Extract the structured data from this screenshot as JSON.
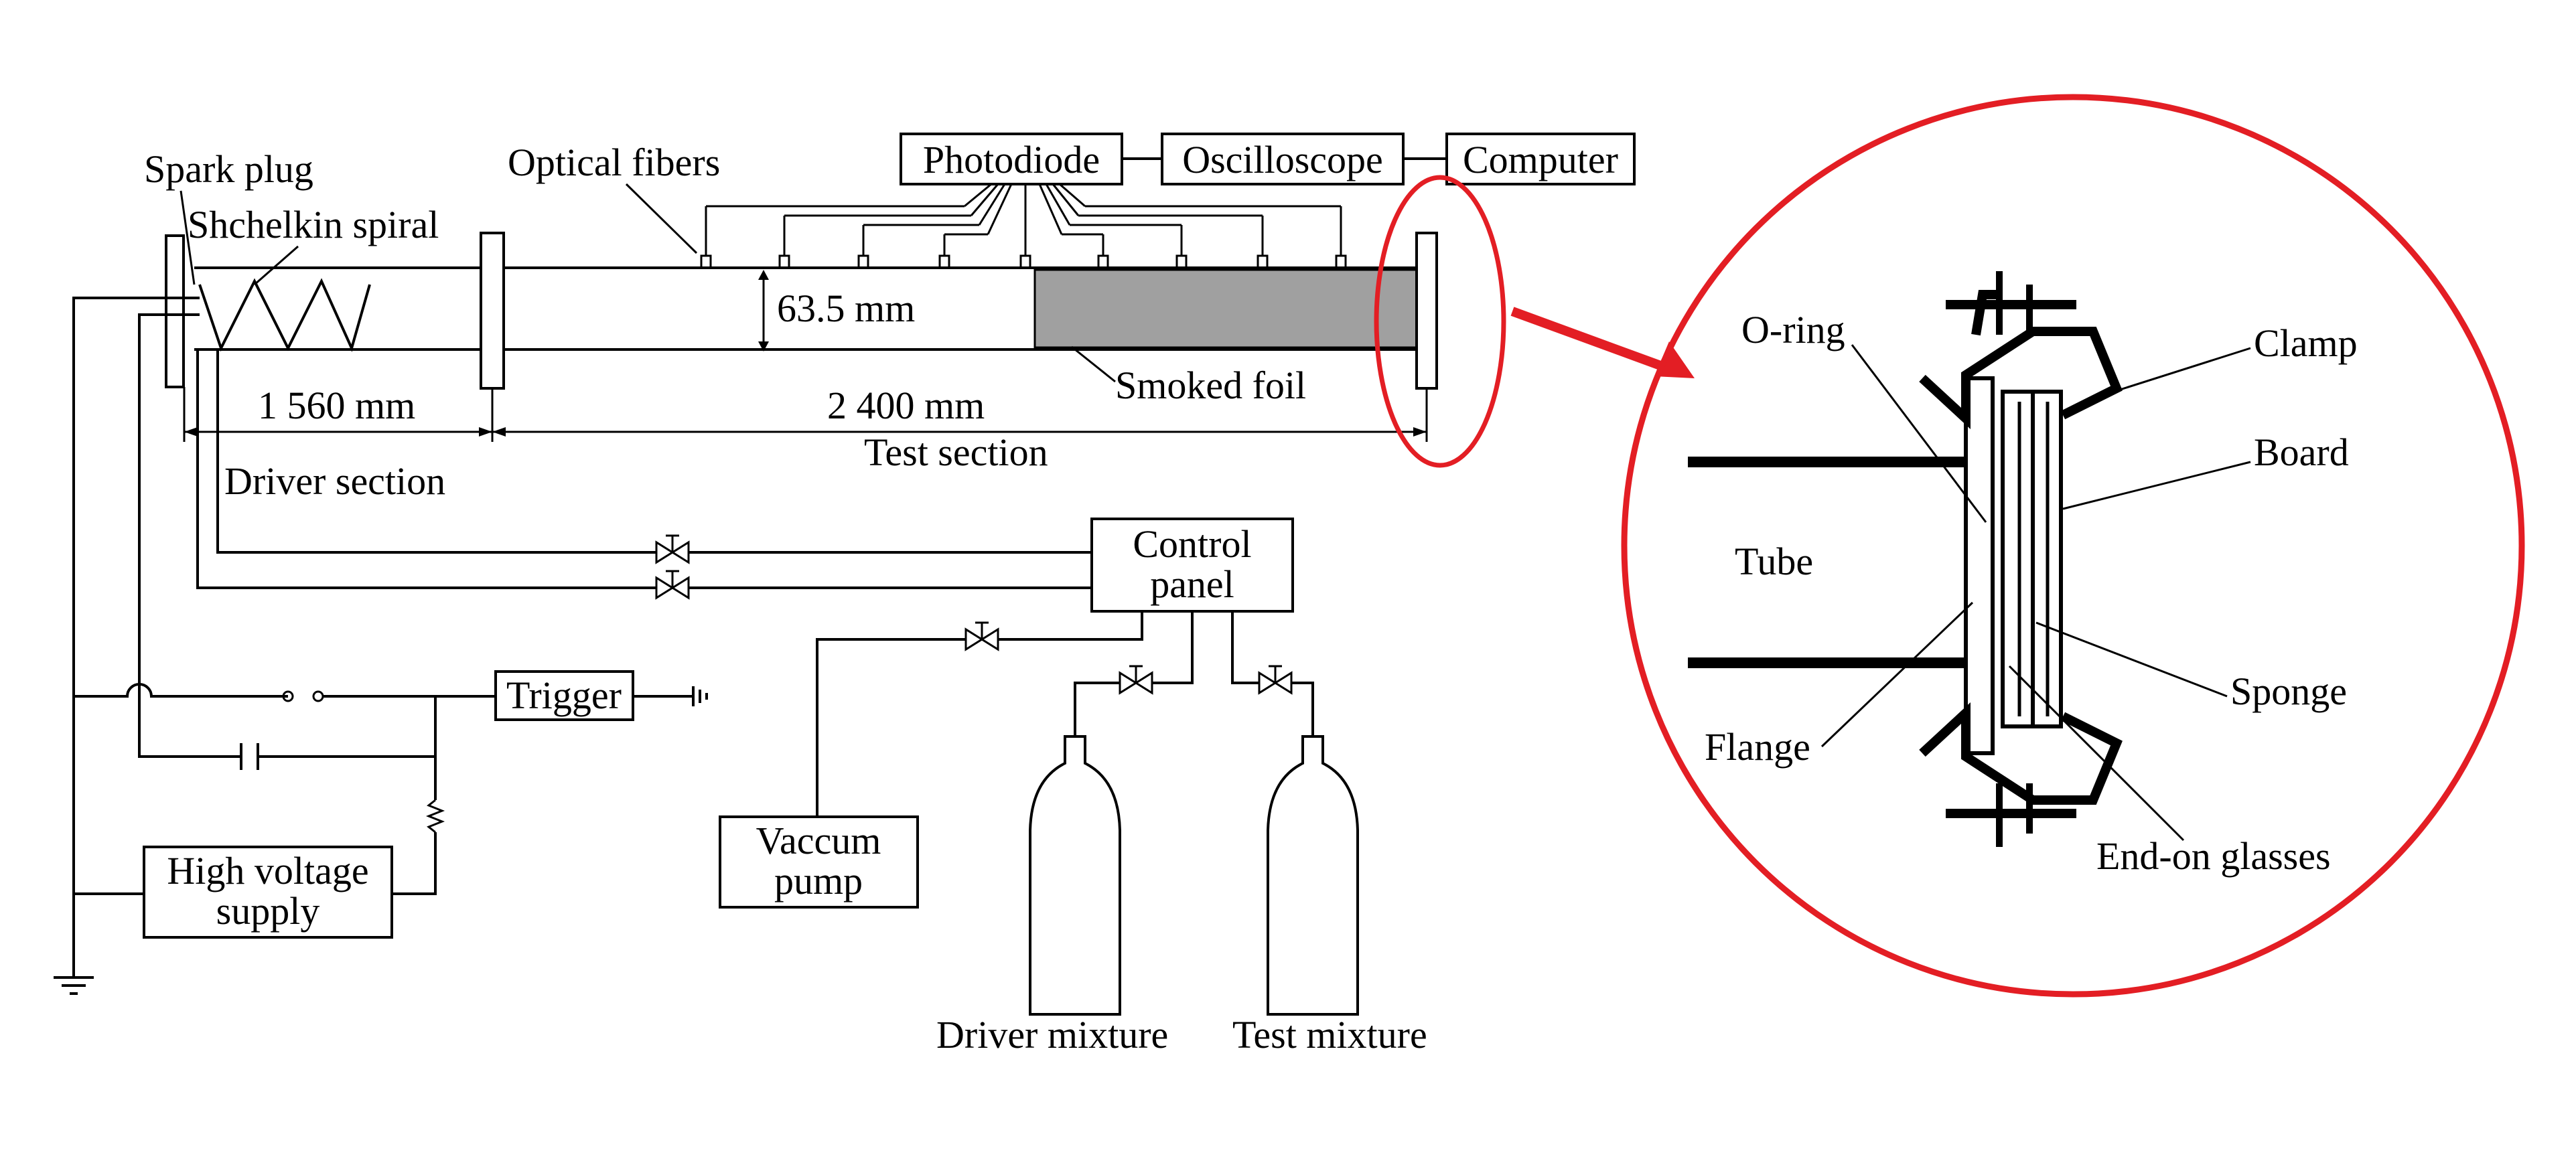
{
  "labels": {
    "spark_plug": "Spark plug",
    "shchelkin_spiral": "Shchelkin spiral",
    "optical_fibers": "Optical fibers",
    "photodiode": "Photodiode",
    "oscilloscope": "Oscilloscope",
    "computer": "Computer",
    "tube_diameter": "63.5 mm",
    "smoked_foil": "Smoked foil",
    "driver_length": "1 560 mm",
    "test_length": "2 400 mm",
    "driver_section": "Driver section",
    "test_section": "Test section",
    "control_panel_line1": "Control",
    "control_panel_line2": "panel",
    "trigger": "Trigger",
    "hv_supply_line1": "High voltage",
    "hv_supply_line2": "supply",
    "vacuum_pump_line1": "Vaccum",
    "vacuum_pump_line2": "pump",
    "driver_mixture": "Driver mixture",
    "test_mixture": "Test mixture"
  },
  "detail": {
    "o_ring": "O-ring",
    "clamp": "Clamp",
    "board": "Board",
    "tube": "Tube",
    "sponge": "Sponge",
    "flange": "Flange",
    "end_on_glasses": "End-on glasses"
  },
  "colors": {
    "line": "#000000",
    "smoked_foil_fill": "#a0a0a0",
    "callout": "#e31e24"
  }
}
